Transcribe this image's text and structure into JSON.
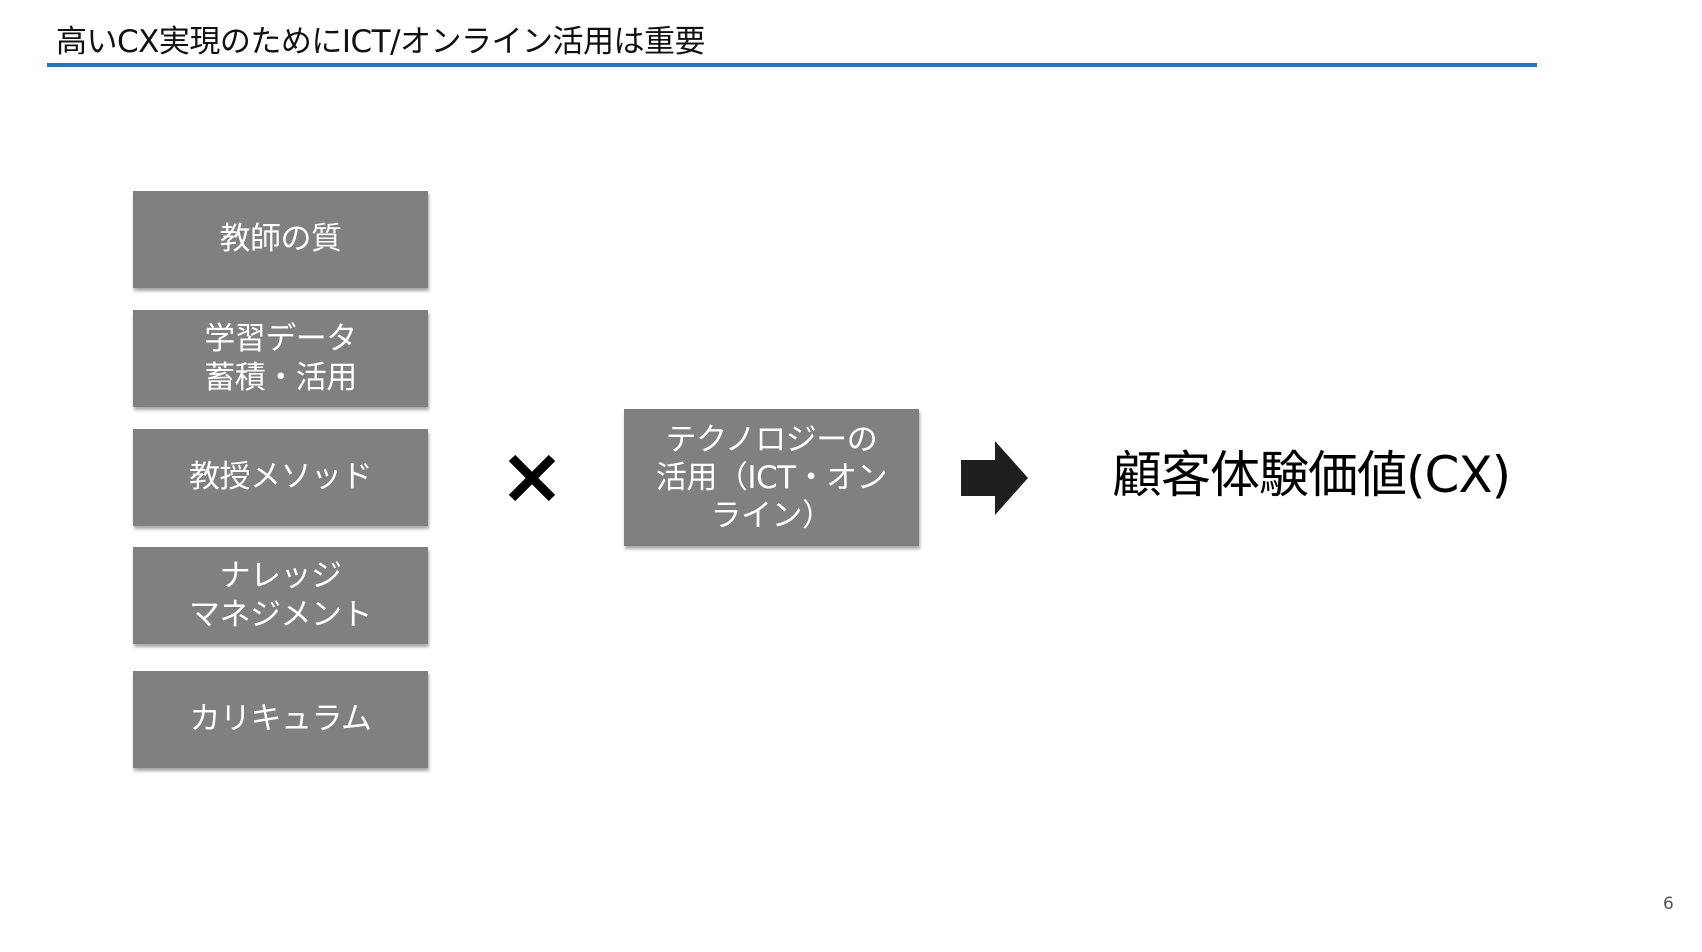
{
  "slide": {
    "title": "高いCX実現のためにICT/オンライン活用は重要",
    "accent_color": "#2e6fb5",
    "box_color": "#808080"
  },
  "factors": [
    "教師の質",
    "学習データ\n蓄積・活用",
    "教授メソッド",
    "ナレッジ\nマネジメント",
    "カリキュラム"
  ],
  "operator_icon": "multiply-icon",
  "technology": "テクノロジーの\n活用（ICT・オン\nライン）",
  "arrow_icon": "right-arrow-icon",
  "result": "顧客体験価値(CX)",
  "page_number": "6"
}
